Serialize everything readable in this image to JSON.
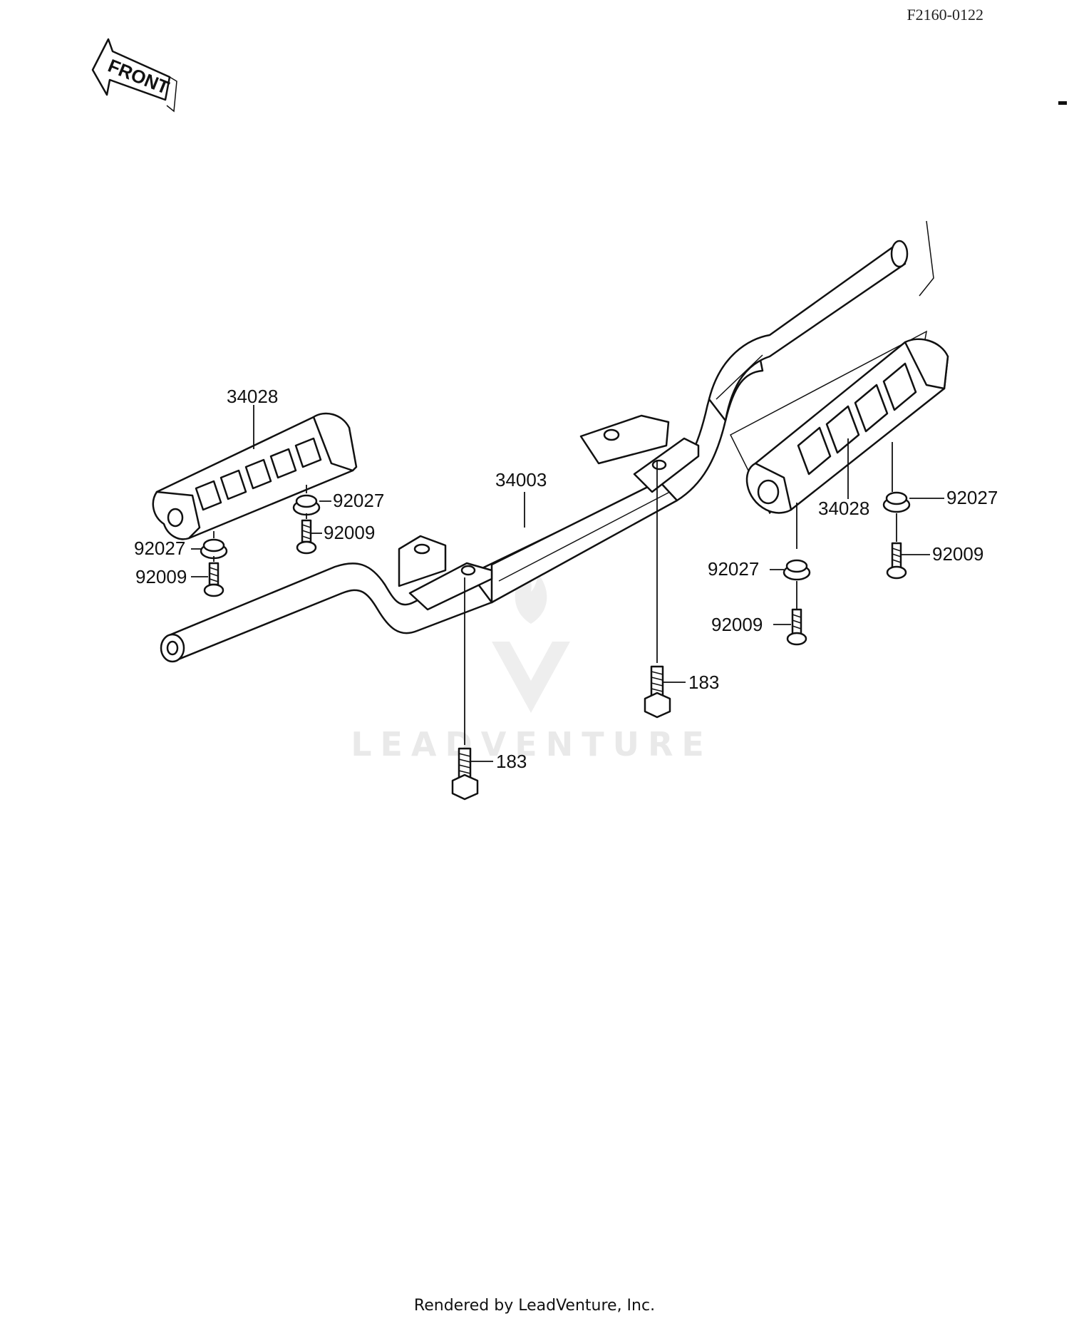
{
  "diagram": {
    "code": "F2160-0122",
    "front_label": "FRONT",
    "watermark": "LEADVENTURE",
    "footer": "Rendered by LeadVenture, Inc.",
    "labels": {
      "p34028_left": "34028",
      "p34028_right": "34028",
      "p34003": "34003",
      "p92027_left_top": "92027",
      "p92027_left_bottom": "92027",
      "p92009_left_top": "92009",
      "p92009_left_bottom": "92009",
      "p92027_right_top": "92027",
      "p92027_right_bottom": "92027",
      "p92009_right_top": "92009",
      "p92009_right_bottom": "92009",
      "p183_right": "183",
      "p183_left": "183"
    }
  }
}
